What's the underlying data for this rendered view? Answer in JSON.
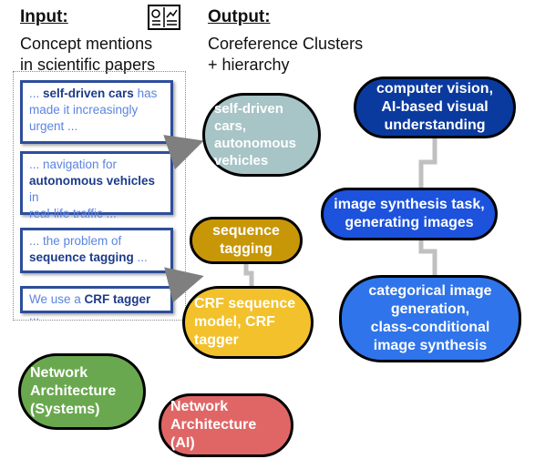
{
  "input": {
    "heading": "Input:",
    "subtitle_lines": [
      "Concept mentions",
      "in scientific papers"
    ],
    "mentions": [
      {
        "lines": [
          [
            {
              "t": "... ",
              "b": false
            },
            {
              "t": "self-driven cars",
              "b": true
            },
            {
              "t": " has",
              "b": false
            }
          ],
          [
            {
              "t": "made it increasingly",
              "b": false
            }
          ],
          [
            {
              "t": "urgent ...",
              "b": false
            }
          ]
        ]
      },
      {
        "lines": [
          [
            {
              "t": "... navigation for",
              "b": false
            }
          ],
          [
            {
              "t": "autonomous vehicles",
              "b": true
            },
            {
              "t": " in",
              "b": false
            }
          ],
          [
            {
              "t": "real-life traffic ...",
              "b": false
            }
          ]
        ]
      },
      {
        "lines": [
          [
            {
              "t": "... the problem of",
              "b": false
            }
          ],
          [
            {
              "t": "sequence tagging",
              "b": true
            },
            {
              "t": " ...",
              "b": false
            }
          ]
        ]
      },
      {
        "lines": [
          [
            {
              "t": "We use a ",
              "b": false
            },
            {
              "t": "CRF tagger",
              "b": true
            },
            {
              "t": " ...",
              "b": false
            }
          ]
        ]
      }
    ]
  },
  "output": {
    "heading": "Output:",
    "subtitle_lines": [
      "Coreference Clusters",
      "+ hierarchy"
    ]
  },
  "clusters": [
    {
      "id": "self-driven",
      "lines": [
        "self-driven",
        "cars,",
        "autonomous",
        "vehicles"
      ],
      "color": "#a7c4c6"
    },
    {
      "id": "computer-vision",
      "lines": [
        "computer vision,",
        "AI-based visual",
        "understanding"
      ],
      "color": "#0b3a9e"
    },
    {
      "id": "image-synthesis",
      "lines": [
        "image synthesis task,",
        "generating images"
      ],
      "color": "#1c52dc"
    },
    {
      "id": "categorical-image",
      "lines": [
        "categorical image",
        "generation,",
        "class-conditional",
        "image synthesis"
      ],
      "color": "#2f74ea"
    },
    {
      "id": "sequence-tagging",
      "lines": [
        "sequence",
        "tagging"
      ],
      "color": "#c89708"
    },
    {
      "id": "crf-sequence",
      "lines": [
        "CRF sequence",
        "model, CRF",
        "tagger"
      ],
      "color": "#f2c12c"
    },
    {
      "id": "network-systems",
      "lines": [
        "Network",
        "Architecture",
        "(Systems)"
      ],
      "color": "#6aa84f"
    },
    {
      "id": "network-ai",
      "lines": [
        "Network",
        "Architecture",
        "(AI)"
      ],
      "color": "#e06666"
    }
  ]
}
